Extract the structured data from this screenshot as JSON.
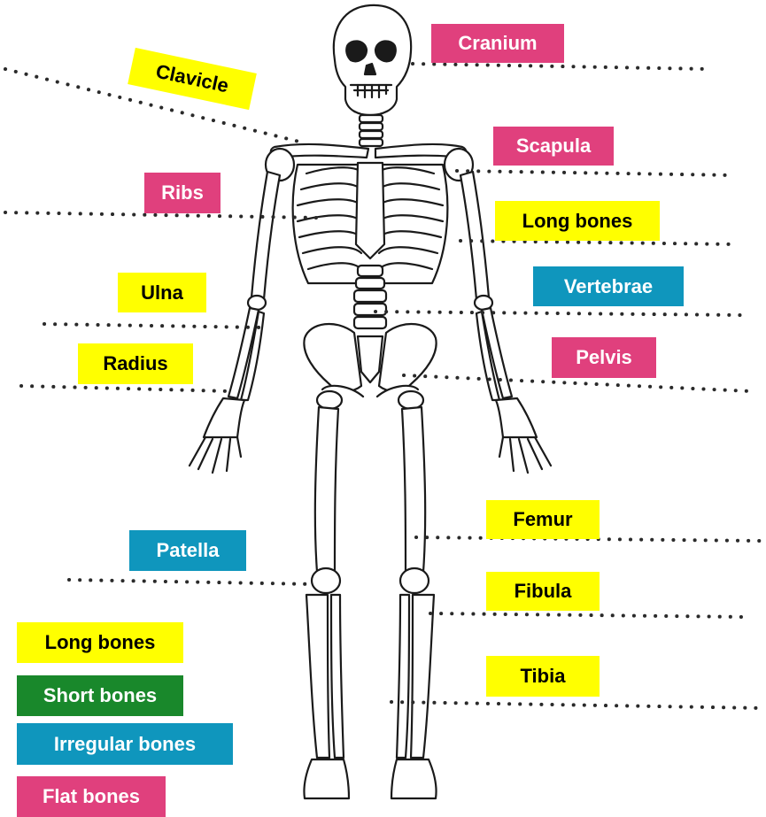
{
  "colors": {
    "long": "#ffff00",
    "flat": "#e0407d",
    "irregular": "#0f96bd",
    "short": "#19882b",
    "outline": "#1a1a1a",
    "dots": "#2a2a2a"
  },
  "diagram": {
    "labels": {
      "cranium": "Cranium",
      "clavicle": "Clavicle",
      "scapula": "Scapula",
      "ribs": "Ribs",
      "long_bones": "Long bones",
      "ulna": "Ulna",
      "vertebrae": "Vertebrae",
      "radius": "Radius",
      "pelvis": "Pelvis",
      "femur": "Femur",
      "patella": "Patella",
      "fibula": "Fibula",
      "tibia": "Tibia"
    }
  },
  "legend": {
    "long": "Long bones",
    "short": "Short bones",
    "irregular": "Irregular bones",
    "flat": "Flat bones"
  }
}
